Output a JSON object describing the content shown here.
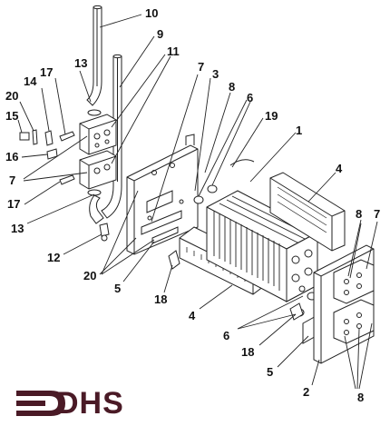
{
  "diagram": {
    "callouts": [
      {
        "id": "c10a",
        "label": "10"
      },
      {
        "id": "c9",
        "label": "9"
      },
      {
        "id": "c11",
        "label": "11"
      },
      {
        "id": "c13a",
        "label": "13"
      },
      {
        "id": "c17a",
        "label": "17"
      },
      {
        "id": "c14",
        "label": "14"
      },
      {
        "id": "c20a",
        "label": "20"
      },
      {
        "id": "c15",
        "label": "15"
      },
      {
        "id": "c16",
        "label": "16"
      },
      {
        "id": "c7a",
        "label": "7"
      },
      {
        "id": "c17b",
        "label": "17"
      },
      {
        "id": "c13b",
        "label": "13"
      },
      {
        "id": "c12",
        "label": "12"
      },
      {
        "id": "c20b",
        "label": "20"
      },
      {
        "id": "c7b",
        "label": "7"
      },
      {
        "id": "c3",
        "label": "3"
      },
      {
        "id": "c8a",
        "label": "8"
      },
      {
        "id": "c6a",
        "label": "6"
      },
      {
        "id": "c19",
        "label": "19"
      },
      {
        "id": "c1",
        "label": "1"
      },
      {
        "id": "c4a",
        "label": "4"
      },
      {
        "id": "c5a",
        "label": "5"
      },
      {
        "id": "c18a",
        "label": "18"
      },
      {
        "id": "c4b",
        "label": "4"
      },
      {
        "id": "c8b",
        "label": "8"
      },
      {
        "id": "c7c",
        "label": "7"
      },
      {
        "id": "c6b",
        "label": "6"
      },
      {
        "id": "c18b",
        "label": "18"
      },
      {
        "id": "c5b",
        "label": "5"
      },
      {
        "id": "c2",
        "label": "2"
      },
      {
        "id": "c8c",
        "label": "8"
      }
    ]
  },
  "logo": {
    "text": "DHS",
    "color": "#4a1a26"
  }
}
